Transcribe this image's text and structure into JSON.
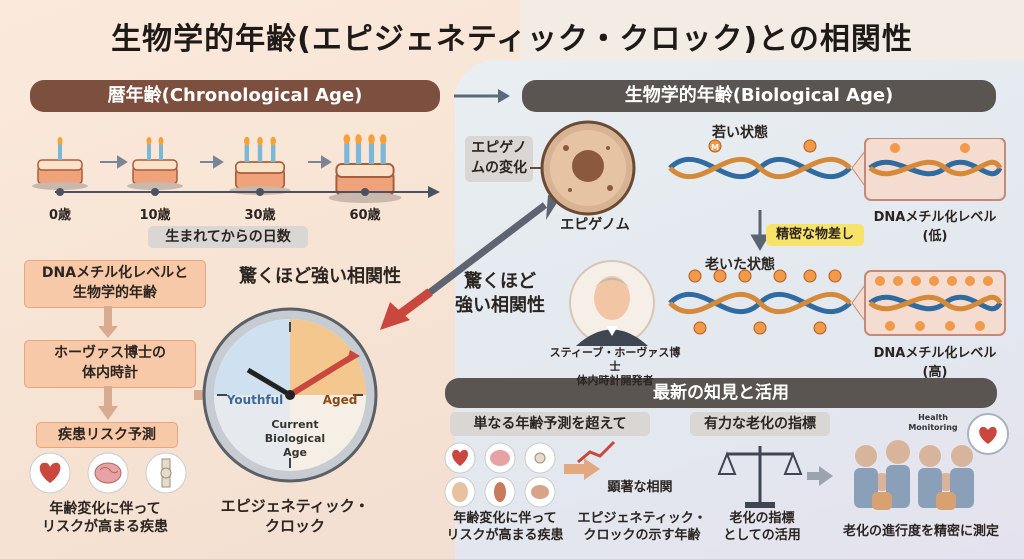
{
  "title": "生物学的年齢(エピジェネティック・クロック)との相関性",
  "chronological": {
    "header": "暦年齢(Chronological Age)",
    "ages": [
      "0歳",
      "10歳",
      "30歳",
      "60歳"
    ],
    "caption": "生まれてからの日数"
  },
  "biological": {
    "header": "生物学的年齢(Biological Age)",
    "epigenome_change": "エピゲノムの変化",
    "epigenome_label": "エピゲノム",
    "young_label": "若い状態",
    "old_label": "老いた状態",
    "diff_badge": "精密な物差し",
    "methyl_low": "DNAメチル化レベル(低)",
    "methyl_high": "DNAメチル化レベル(高)",
    "methyl_marker": "M",
    "person_caption_1": "スティーブ・ホーヴァス博士",
    "person_caption_2": "体内時計開発者"
  },
  "correlation": {
    "left_label": "驚くほど強い相関性",
    "center_label_1": "驚くほど",
    "center_label_2": "強い相関性"
  },
  "left_flow": {
    "box1_1": "DNAメチル化レベルと",
    "box1_2": "生物学的年齢",
    "box2_1": "ホーヴァス博士の",
    "box2_2": "体内時計",
    "box3": "疾患リスク予測",
    "caption_1": "年齢変化に伴って",
    "caption_2": "リスクが高まる疾患"
  },
  "clock": {
    "youthful": "Youthful",
    "aged": "Aged",
    "center_1": "Current",
    "center_2": "Biological",
    "center_3": "Age",
    "caption_1": "エピジェネティック・",
    "caption_2": "クロック"
  },
  "news": {
    "header": "最新の知見と活用",
    "beyond": "単なる年齢予測を超えて",
    "indicator": "有力な老化の指標",
    "correlation_label": "顕著な相関",
    "health_1": "Health",
    "health_2": "Monitoring",
    "cap1_1": "年齢変化に伴って",
    "cap1_2": "リスクが高まる疾患",
    "cap2_1": "エピジェネティック・",
    "cap2_2": "クロックの示す年齢",
    "cap3_1": "老化の指標",
    "cap3_2": "としての活用",
    "cap4": "老化の進行度を精密に測定"
  }
}
